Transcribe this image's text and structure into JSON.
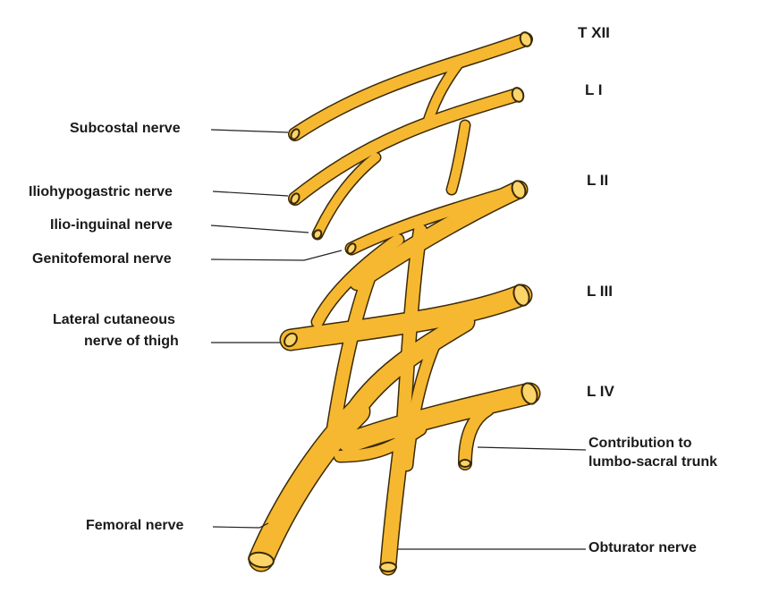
{
  "roots": {
    "t12": "T XII",
    "l1": "L I",
    "l2": "L II",
    "l3": "L III",
    "l4": "L IV"
  },
  "labels": {
    "subcostal": "Subcostal nerve",
    "iliohypogastric": "Iliohypogastric nerve",
    "ilioinguinal": "Ilio-inguinal nerve",
    "genitofemoral": "Genitofemoral nerve",
    "lateral_cutaneous_line1": "Lateral cutaneous",
    "lateral_cutaneous_line2": "nerve of thigh",
    "femoral": "Femoral nerve",
    "contribution_line1": "Contribution to",
    "contribution_line2": "lumbo-sacral trunk",
    "obturator": "Obturator nerve"
  },
  "colors": {
    "nerve": "#f6b830",
    "outline": "#3a2a08"
  }
}
